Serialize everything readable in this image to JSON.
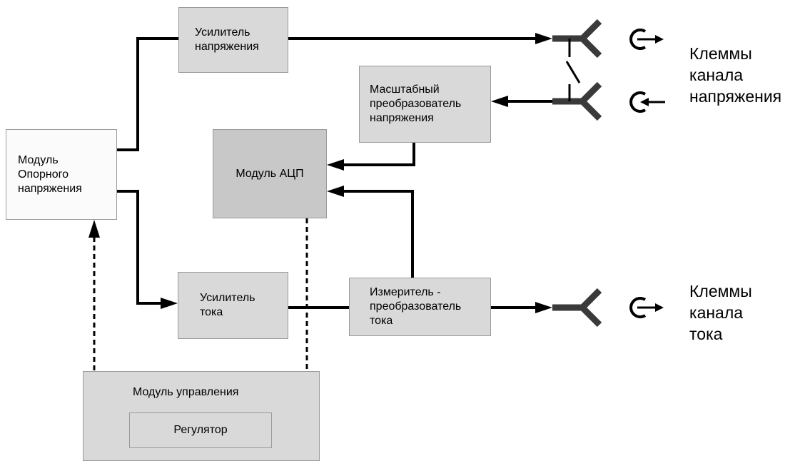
{
  "blocks": {
    "voltage_amp": "Усилитель\nнапряжения",
    "scale_converter": "Масштабный\nпреобразователь\nнапряжения",
    "reference_module": "Модуль\nОпорного\nнапряжения",
    "adc_module": "Модуль АЦП",
    "current_amp": "Усилитель\nтока",
    "current_meter": "Измеритель -\nпреобразователь\nтока",
    "control_module": "Модуль управления",
    "regulator": "Регулятор"
  },
  "terminals": {
    "voltage_channel": "Клеммы\nканала\nнапряжения",
    "current_channel": "Клеммы\nканала\nтока"
  }
}
